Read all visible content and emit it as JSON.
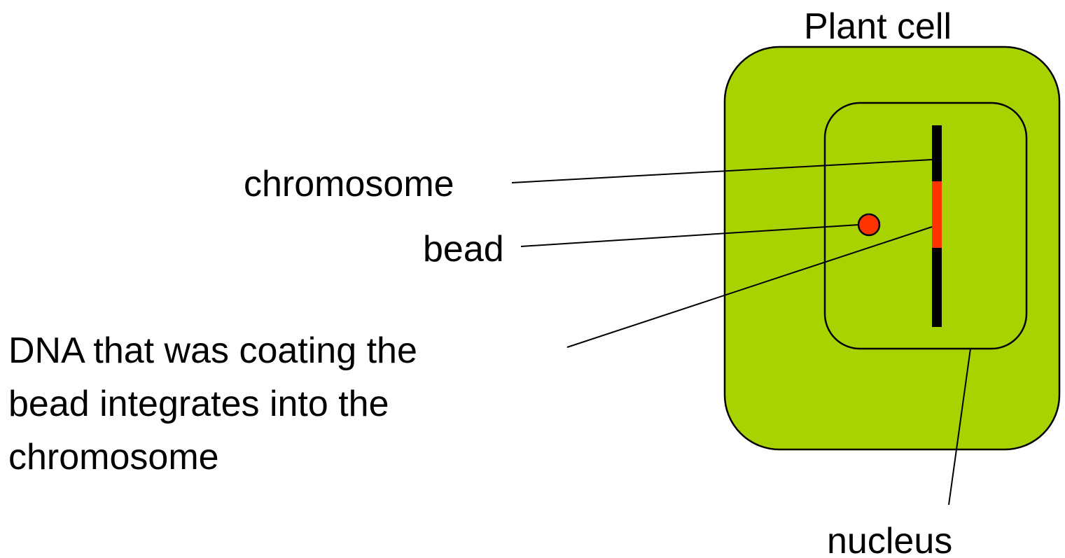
{
  "labels": {
    "plant_cell": "Plant cell",
    "chromosome": "chromosome",
    "bead": "bead",
    "dna_line_1": "DNA that was coating the",
    "dna_line_2": "bead integrates into the",
    "dna_line_3": "chromosome",
    "nucleus": "nucleus"
  },
  "colors": {
    "cell_fill": "#a8d300",
    "bead_fill": "#ff3300",
    "inserted_dna": "#ff3300",
    "chromosome": "#000000",
    "outline": "#000000"
  }
}
